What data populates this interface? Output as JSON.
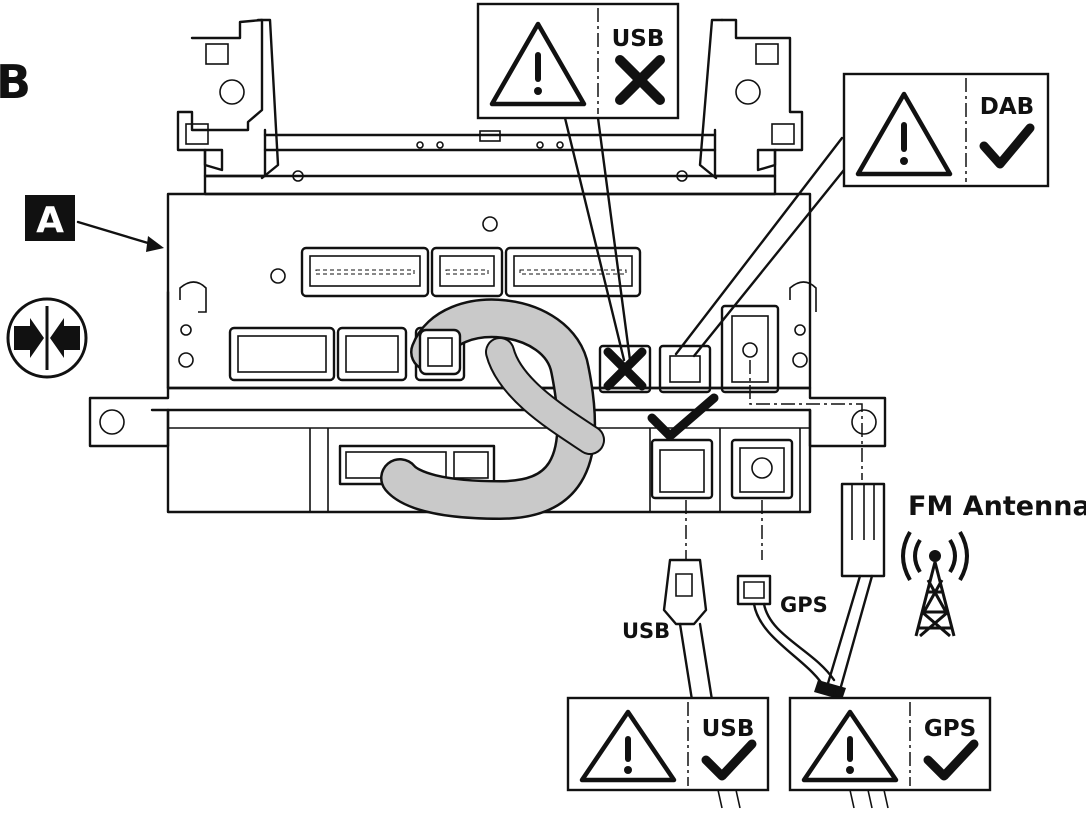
{
  "figure": {
    "step_label": "B",
    "callout_label": "A"
  },
  "warnings": {
    "usb_top": {
      "label": "USB",
      "status": "not-ok",
      "status_icon": "cross-icon"
    },
    "dab_top": {
      "label": "DAB",
      "status": "ok",
      "status_icon": "check-icon"
    },
    "usb_bottom": {
      "label": "USB",
      "status": "ok",
      "status_icon": "check-icon"
    },
    "gps_bottom": {
      "label": "GPS",
      "status": "ok",
      "status_icon": "check-icon"
    }
  },
  "connectors": {
    "usb_plug": "USB",
    "gps_plug": "GPS",
    "fm_antenna": "FM Antenna"
  },
  "colors": {
    "line": "#111111",
    "harness": "#c9c9c9",
    "background": "#ffffff"
  }
}
